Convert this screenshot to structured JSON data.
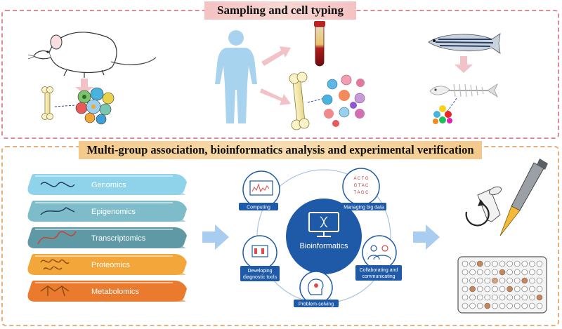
{
  "panels": {
    "sampling": {
      "title": "Sampling and cell typing"
    },
    "analysis": {
      "title": "Multi-group association, bioinformatics analysis and experimental verification"
    }
  },
  "omics_layers": [
    "Genomics",
    "Epigenomics",
    "Transcriptomics",
    "Proteomics",
    "Metabolomics"
  ],
  "omics_colors": [
    "#8fd3ea",
    "#7fbcc9",
    "#5f99a6",
    "#f3a63a",
    "#ea7a2e"
  ],
  "bioinformatics": {
    "center": "Bioinformatics",
    "nodes": [
      "Computing",
      "Managing big data",
      "Collaborating and communicating",
      "Problem-solving",
      "Developing diagnostic tools"
    ]
  },
  "colors": {
    "sampling_border": "#d98b96",
    "analysis_border": "#e5b07c",
    "bioinf_blue": "#1f5aa8",
    "arrow": "#a9cdf0"
  },
  "icons": [
    "mouse-icon",
    "human-icon",
    "zebrafish-icon",
    "bone-icon",
    "blood-tube-icon",
    "pipette-icon",
    "microplate-icon",
    "centrifuge-tube-icon"
  ]
}
